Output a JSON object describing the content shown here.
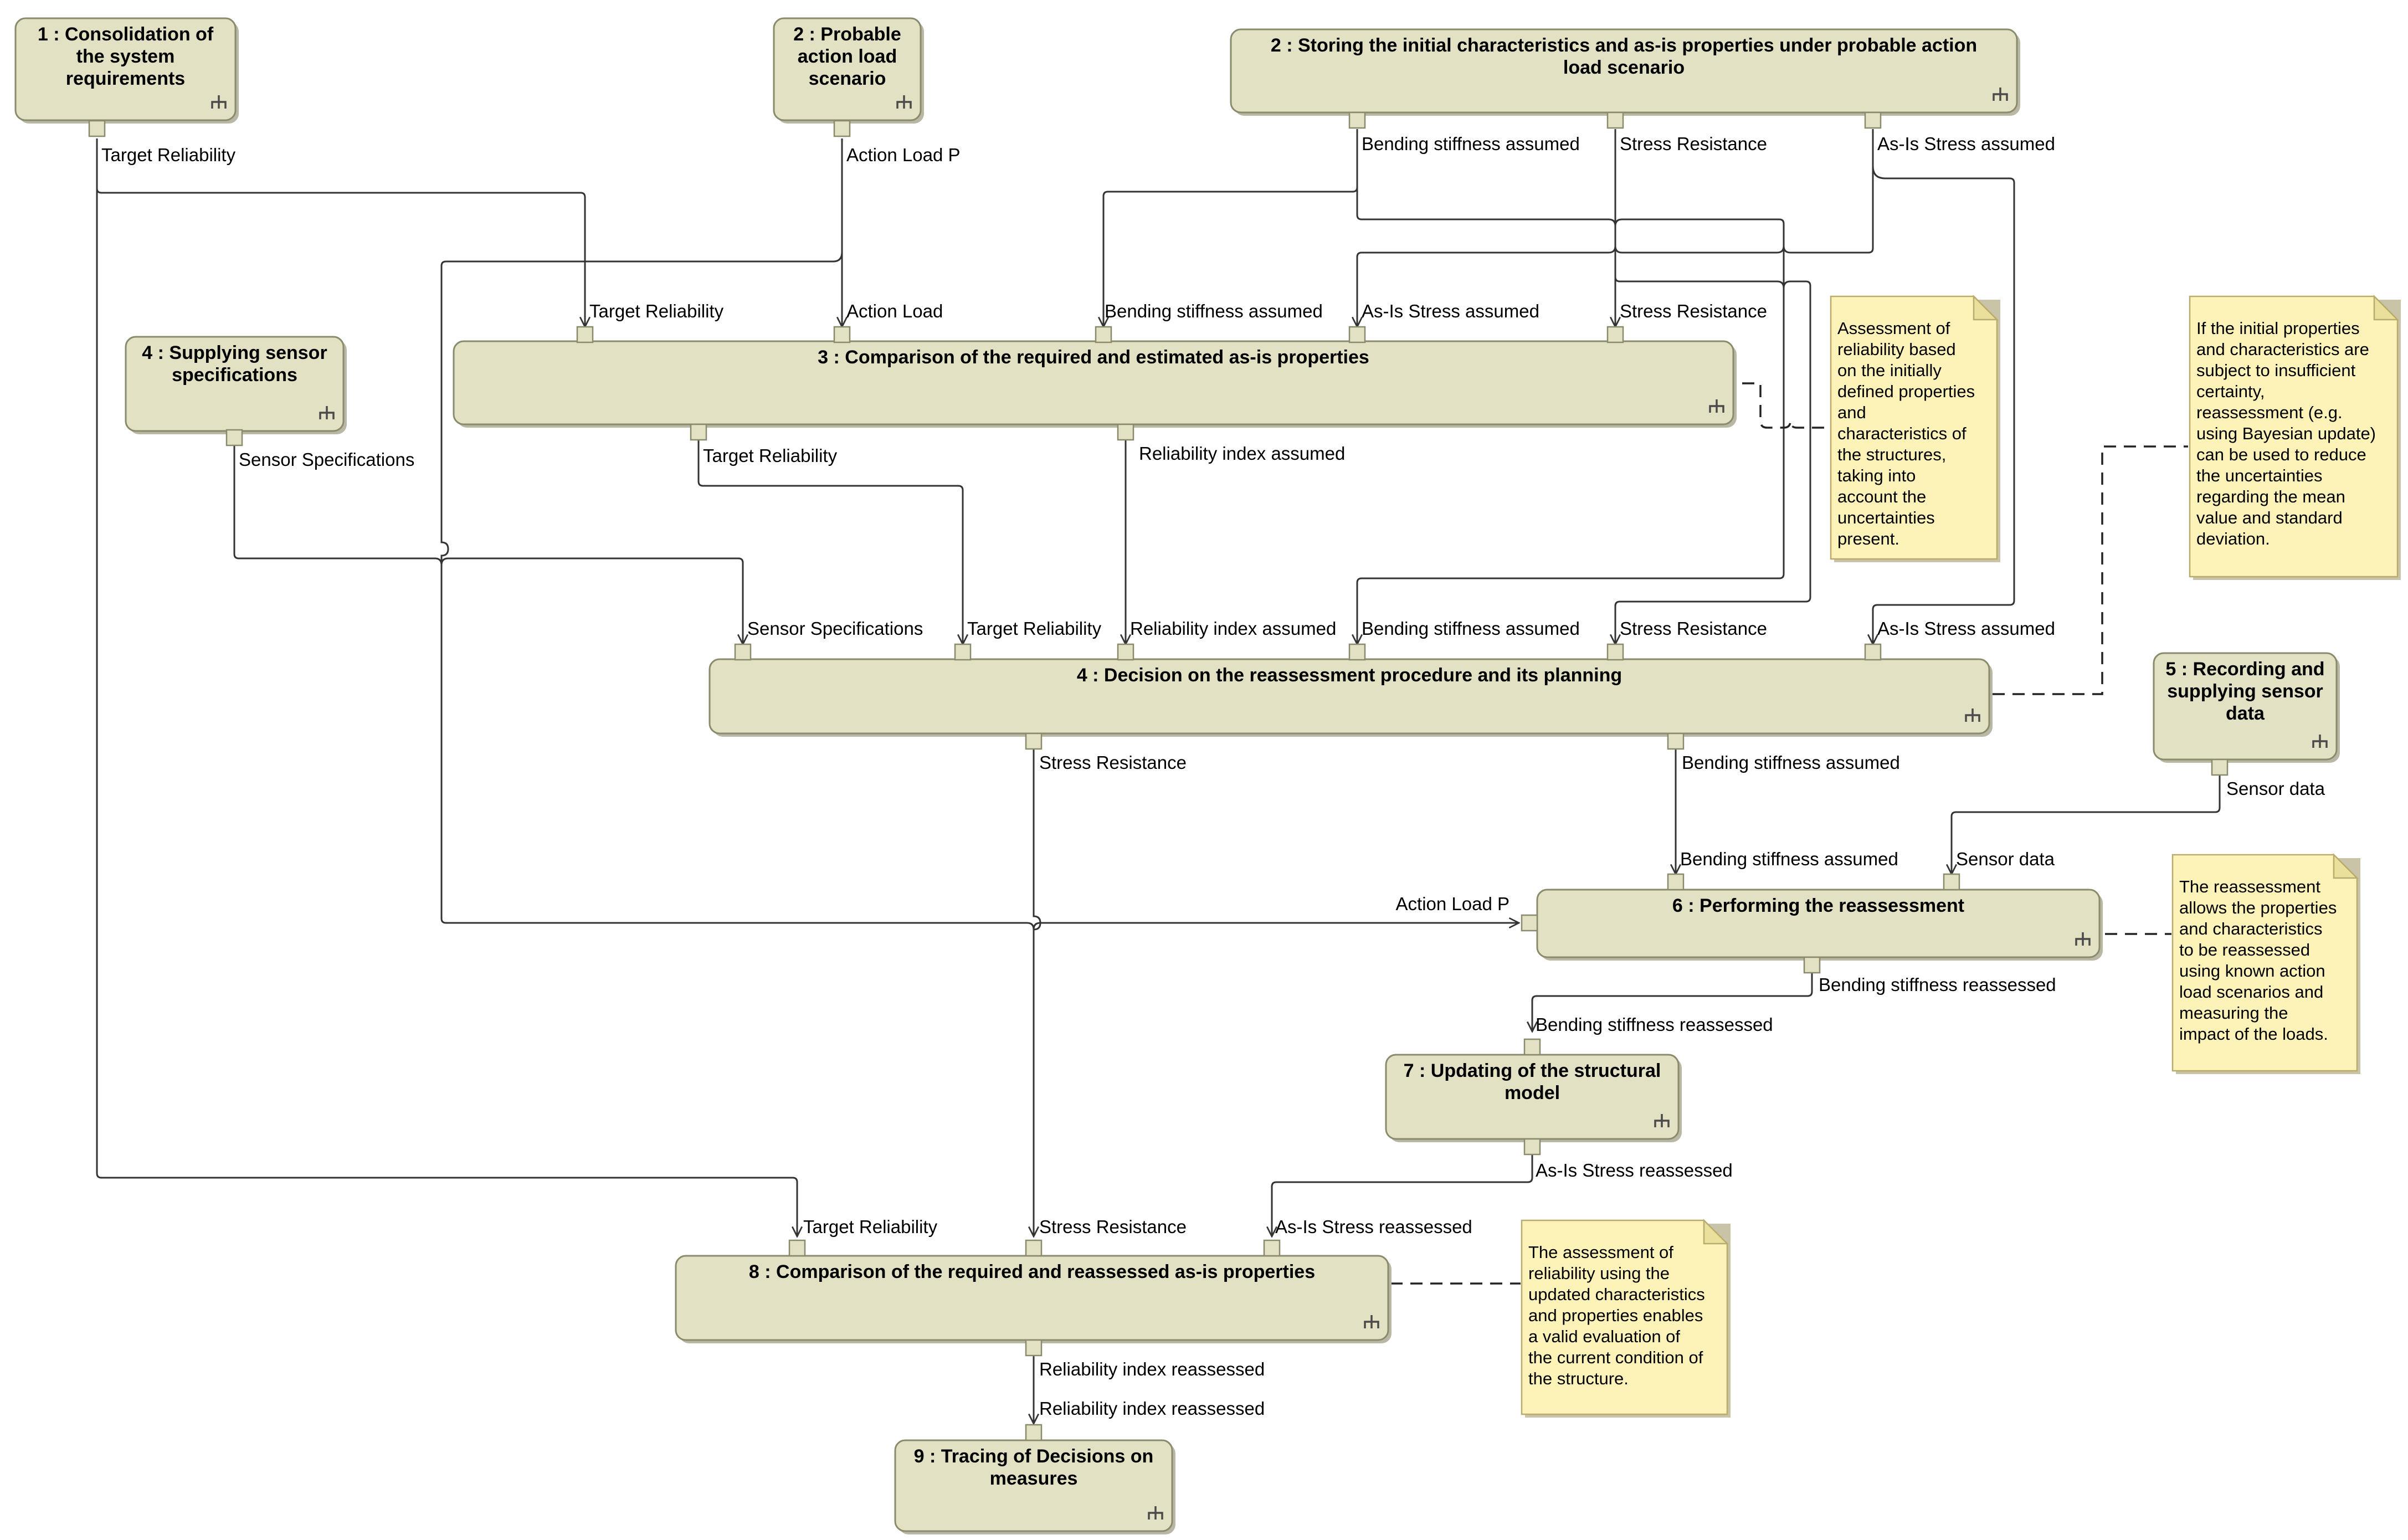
{
  "actions": {
    "a1": {
      "lines": [
        "1 : Consolidation of",
        "the system",
        "requirements"
      ]
    },
    "a2p": {
      "lines": [
        "2 : Probable",
        "action load",
        "scenario"
      ]
    },
    "a2s": {
      "lines": [
        "2 : Storing the initial characteristics and as-is properties under probable action",
        "load scenario"
      ]
    },
    "a3": {
      "lines": [
        "3 : Comparison of the required and estimated as-is properties"
      ]
    },
    "a4s": {
      "lines": [
        "4 : Supplying sensor",
        "specifications"
      ]
    },
    "a4d": {
      "lines": [
        "4 : Decision on the reassessment procedure and its planning"
      ]
    },
    "a5": {
      "lines": [
        "5 : Recording and",
        "supplying sensor",
        "data"
      ]
    },
    "a6": {
      "lines": [
        "6 : Performing the reassessment"
      ]
    },
    "a7": {
      "lines": [
        "7 : Updating of the structural",
        "model"
      ]
    },
    "a8": {
      "lines": [
        "8 : Comparison of the required and reassessed as-is properties"
      ]
    },
    "a9": {
      "lines": [
        "9 : Tracing of Decisions on",
        "measures"
      ]
    }
  },
  "pins": {
    "a1_out": "Target Reliability",
    "a2p_out": "Action Load P",
    "a2s_out1": "Bending stiffness assumed",
    "a2s_out2": "Stress Resistance",
    "a2s_out3": "As-Is Stress assumed",
    "a3_in1": "Target Reliability",
    "a3_in2": "Action Load",
    "a3_in3": "Bending stiffness assumed",
    "a3_in4": "As-Is Stress assumed",
    "a3_in5": "Stress Resistance",
    "a3_out1": "Target Reliability",
    "a3_out2": "Reliability index assumed",
    "a4s_out": "Sensor Specifications",
    "a4d_in1": "Sensor Specifications",
    "a4d_in2": "Target Reliability",
    "a4d_in3": "Reliability index assumed",
    "a4d_in4": "Bending stiffness assumed",
    "a4d_in5": "Stress Resistance",
    "a4d_in6": "As-Is Stress assumed",
    "a4d_out1": "Stress Resistance",
    "a4d_out2": "Bending stiffness assumed",
    "a5_out": "Sensor data",
    "a6_in1": "Bending stiffness assumed",
    "a6_in2": "Sensor data",
    "a6_in_left": "Action Load P",
    "a6_out": "Bending stiffness reassessed",
    "a7_in": "Bending stiffness reassessed",
    "a7_out": "As-Is Stress reassessed",
    "a8_in1": "Target Reliability",
    "a8_in2": "Stress Resistance",
    "a8_in3": "As-Is Stress reassessed",
    "a8_out": "Reliability index reassessed",
    "a9_in": "Reliability index reassessed"
  },
  "notes": {
    "n1": [
      "Assessment of",
      "reliability based",
      "on the initially",
      "defined properties",
      "and",
      "characteristics of",
      "the structures,",
      "taking into",
      "account the",
      "uncertainties",
      "present."
    ],
    "n2": [
      "If the initial properties",
      "and characteristics are",
      "subject to insufficient",
      "certainty,",
      "reassessment (e.g.",
      "using Bayesian update)",
      "can be used to reduce",
      "the uncertainties",
      "regarding the mean",
      "value and standard",
      "deviation."
    ],
    "n3": [
      "The reassessment",
      "allows the properties",
      "and characteristics",
      "to be reassessed",
      "using known action",
      "load scenarios and",
      "measuring the",
      "impact of the loads."
    ],
    "n4": [
      "The assessment of",
      "reliability using the",
      "updated characteristics",
      "and properties enables",
      "a valid evaluation of",
      "the current condition of",
      "the structure."
    ]
  },
  "icons": [
    "call-behavior-rake-icon"
  ],
  "colors": {
    "action_fill": "#e2e1c4",
    "note_fill": "#fdf2b7"
  }
}
